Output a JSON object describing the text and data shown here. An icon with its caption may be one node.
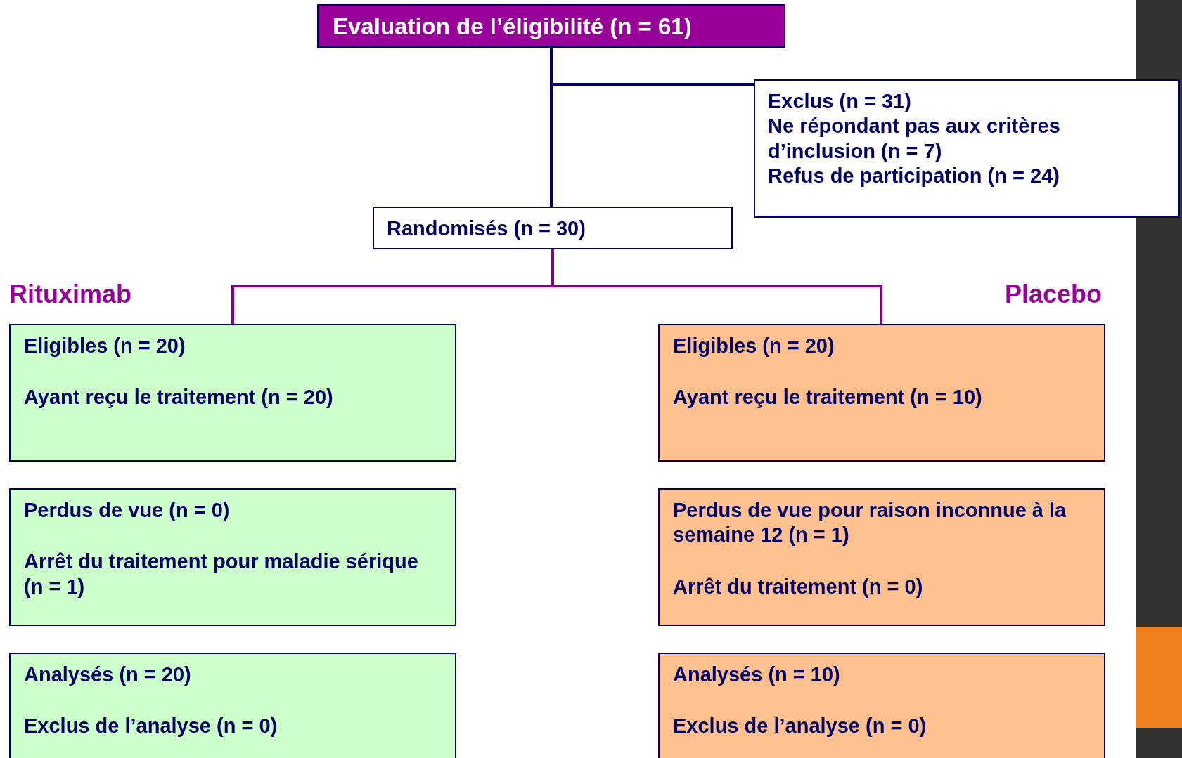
{
  "diagram": {
    "nodes": [
      {
        "text": [
          "Evaluation de l’éligibilité (n = 61)"
        ]
      },
      {
        "text": [
          "Exclus (n = 31)",
          "Ne répondant pas aux critères d’inclusion (n = 7)",
          "Refus de participation (n = 24)"
        ]
      },
      {
        "text": [
          "Randomisés (n = 30)"
        ]
      },
      {
        "text": [
          "Eligibles (n = 20)",
          "Ayant reçu le traitement (n = 20)"
        ]
      },
      {
        "text": [
          "Eligibles (n = 20)",
          "Ayant reçu le traitement (n = 10)"
        ]
      },
      {
        "text": [
          "Perdus de vue (n = 0)",
          "Arrêt du traitement pour maladie sérique (n = 1)"
        ]
      },
      {
        "text": [
          "Perdus de vue pour raison inconnue à la semaine 12 (n = 1)",
          "Arrêt du traitement (n = 0)"
        ]
      },
      {
        "text": [
          "Analysés (n = 20)",
          "Exclus de l’analyse (n = 0)"
        ]
      },
      {
        "text": [
          "Analysés (n = 10)",
          "Exclus de l’analyse (n = 0)"
        ]
      }
    ],
    "edges": [
      {
        "from": 0,
        "to": 2,
        "arrow": "none"
      },
      {
        "from": 0,
        "to": 1,
        "arrow": "none"
      },
      {
        "from": 2,
        "to": 3,
        "arrow": "none",
        "color": "#800080"
      },
      {
        "from": 2,
        "to": 4,
        "arrow": "none",
        "color": "#800080"
      }
    ],
    "labels": [
      "Rituximab",
      "Placebo"
    ]
  }
}
